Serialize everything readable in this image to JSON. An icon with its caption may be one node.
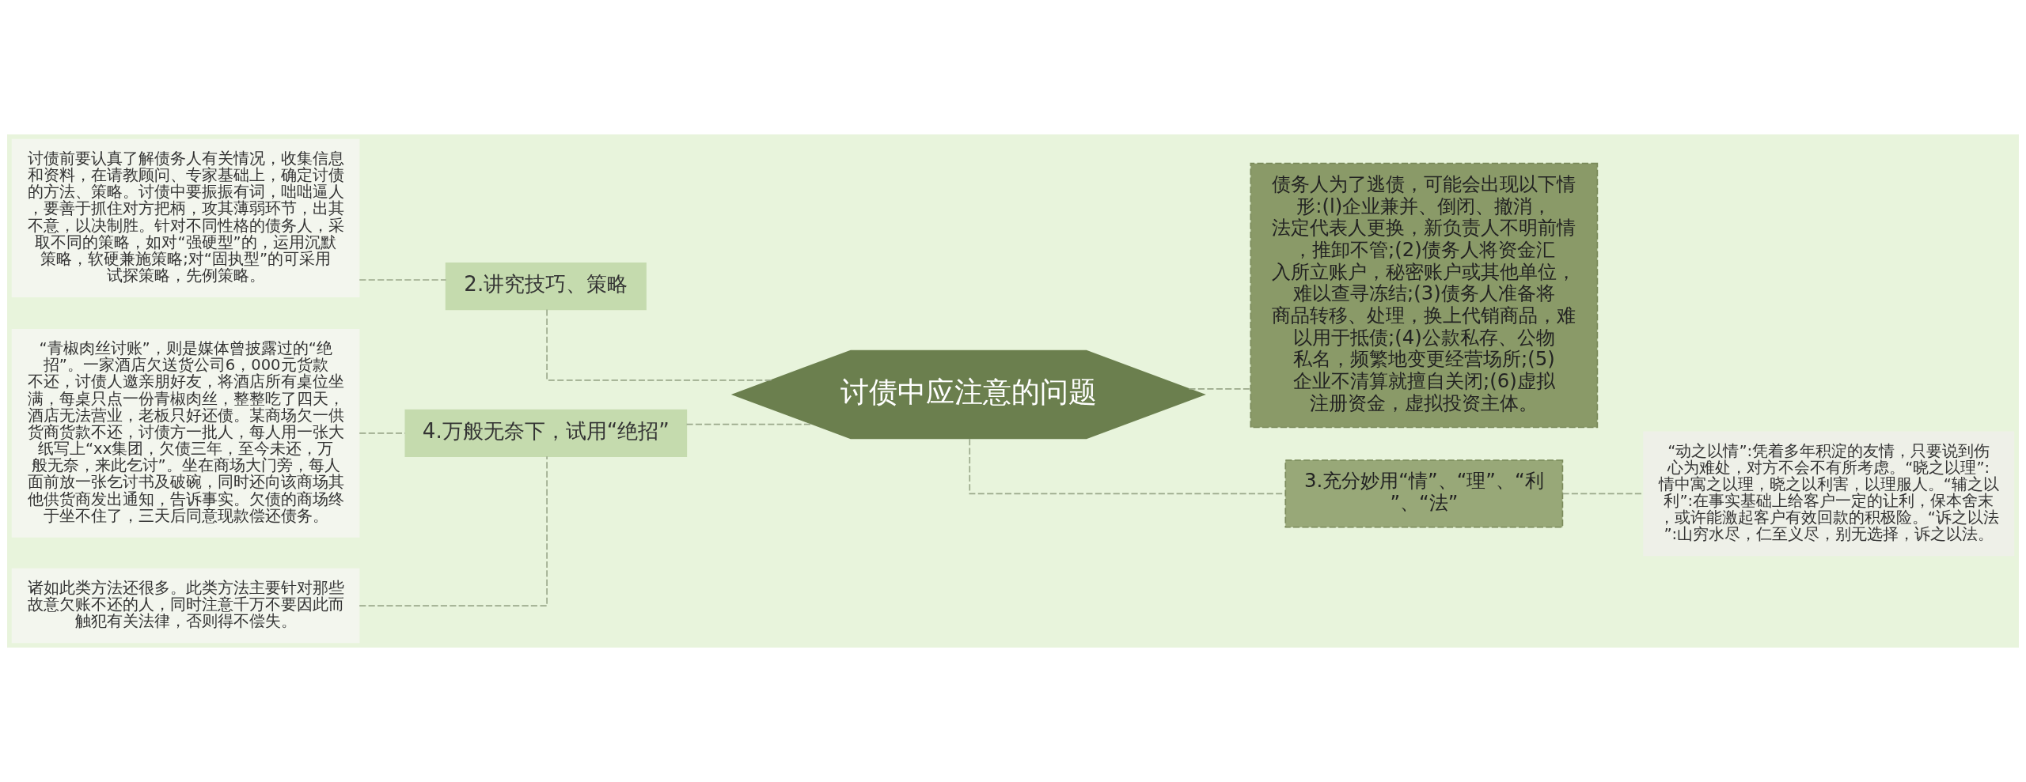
{
  "diagram": {
    "nodes": [
      {
        "text": [
          "讨债中应注意的问题"
        ]
      },
      {
        "text": [
          "2.讲究技巧、策略"
        ]
      },
      {
        "text": [
          "讨债前要认真了解债务人有关情况，收集信息和资料，在请教顾问、专家基础上，确定讨债的方法、策略。讨债中要振振有词，咄咄逼人，要善于抓住对方把柄，攻其薄弱环节，出其不意，以决制胜。针对不同性格的债务人，采取不同的策略，如对“强硬型”的，运用沉默策略，软硬兼施策略;对“固执型”的可采用试探策略，先例策略。"
        ]
      },
      {
        "text": [
          "4.万般无奈下，试用“绝招”"
        ]
      },
      {
        "text": [
          "“青椒肉丝讨账”，则是媒体曾披露过的“绝招”。一家酒店欠送货公司6，000元货款不还，讨债人邀亲朋好友，将酒店所有桌位坐满，每桌只点一份青椒肉丝，整整吃了四天，酒店无法营业，老板只好还债。某商场欠一供货商货款不还，讨债方一批人，每人用一张大纸写上“xx集团，欠债三年，至今未还，万般无奈，来此乞讨”。坐在商场大门旁，每人面前放一张乞讨书及破碗，同时还向该商场其他供货商发出通知，告诉事实。欠债的商场终于坐不住了，三天后同意现款偿还债务。"
        ]
      },
      {
        "text": [
          "诸如此类方法还很多。此类方法主要针对那些故意欠账不还的人，同时注意千万不要因此而触犯有关法律，否则得不偿失。"
        ]
      },
      {
        "text": [
          "债务人为了逃债，可能会出现以下情形:(l)企业兼并、倒闭、撤消，法定代表人更换，新负责人不明前情，推卸不管;(2)债务人将资金汇入所立账户，秘密账户或其他单位，难以查寻冻结;(3)债务人准备将商品转移、处理，换上代销商品，难以用于抵债;(4)公款私存、公物私名，频繁地变更经营场所;(5)企业不清算就擅自关闭;(6)虚拟注册资金，虚拟投资主体。"
        ]
      },
      {
        "text": [
          "3.充分妙用“情”、“理”、“利”、“法”"
        ]
      },
      {
        "text": [
          "“动之以情”:凭着多年积淀的友情，只要说到伤心为难处，对方不会不有所考虑。“晓之以理”:情中寓之以理，晓之以利害，以理服人。“辅之以利”:在事实基础上给客户一定的让利，保本舍末，或许能激起客户有效回款的积极险。“诉之以法”:山穷水尽，仁至义尽，别无选择，诉之以法。"
        ]
      }
    ],
    "edges": [
      {
        "from": 0,
        "to": 1,
        "arrow": "none",
        "style": "dashed"
      },
      {
        "from": 1,
        "to": 2,
        "arrow": "none",
        "style": "dashed"
      },
      {
        "from": 0,
        "to": 3,
        "arrow": "none",
        "style": "dashed"
      },
      {
        "from": 3,
        "to": 4,
        "arrow": "none",
        "style": "dashed"
      },
      {
        "from": 3,
        "to": 5,
        "arrow": "none",
        "style": "dashed"
      },
      {
        "from": 0,
        "to": 6,
        "arrow": "none",
        "style": "dashed"
      },
      {
        "from": 0,
        "to": 7,
        "arrow": "none",
        "style": "dashed"
      },
      {
        "from": 7,
        "to": 8,
        "arrow": "none",
        "style": "dashed"
      }
    ]
  }
}
